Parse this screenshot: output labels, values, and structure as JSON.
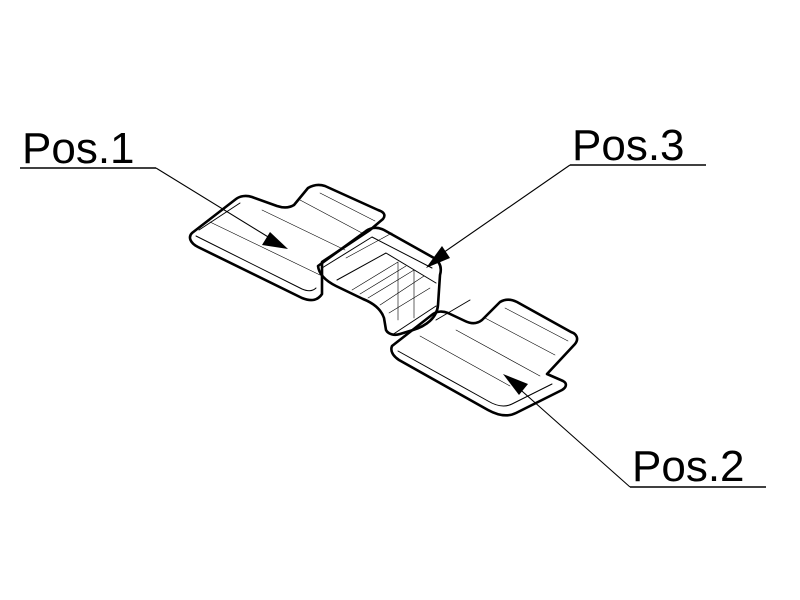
{
  "callouts": {
    "pos1": {
      "label": "Pos.1"
    },
    "pos2": {
      "label": "Pos.2"
    },
    "pos3": {
      "label": "Pos.3"
    }
  }
}
